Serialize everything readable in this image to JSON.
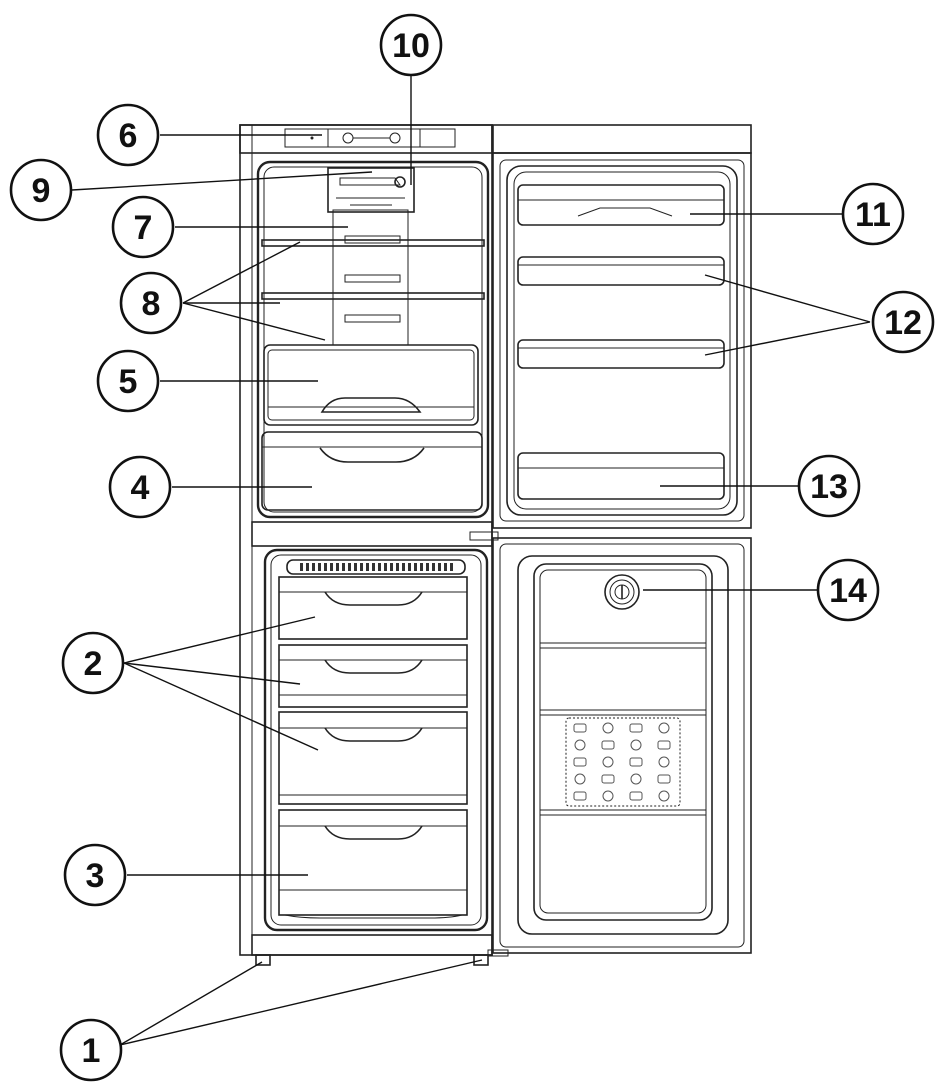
{
  "colors": {
    "ink": "#111111",
    "line": "#222222",
    "fill": "#ffffff"
  },
  "callouts": [
    {
      "id": "1",
      "label": "1"
    },
    {
      "id": "2",
      "label": "2"
    },
    {
      "id": "3",
      "label": "3"
    },
    {
      "id": "4",
      "label": "4"
    },
    {
      "id": "5",
      "label": "5"
    },
    {
      "id": "6",
      "label": "6"
    },
    {
      "id": "7",
      "label": "7"
    },
    {
      "id": "8",
      "label": "8"
    },
    {
      "id": "9",
      "label": "9"
    },
    {
      "id": "10",
      "label": "10"
    },
    {
      "id": "11",
      "label": "11"
    },
    {
      "id": "12",
      "label": "12"
    },
    {
      "id": "13",
      "label": "13"
    },
    {
      "id": "14",
      "label": "14"
    }
  ]
}
